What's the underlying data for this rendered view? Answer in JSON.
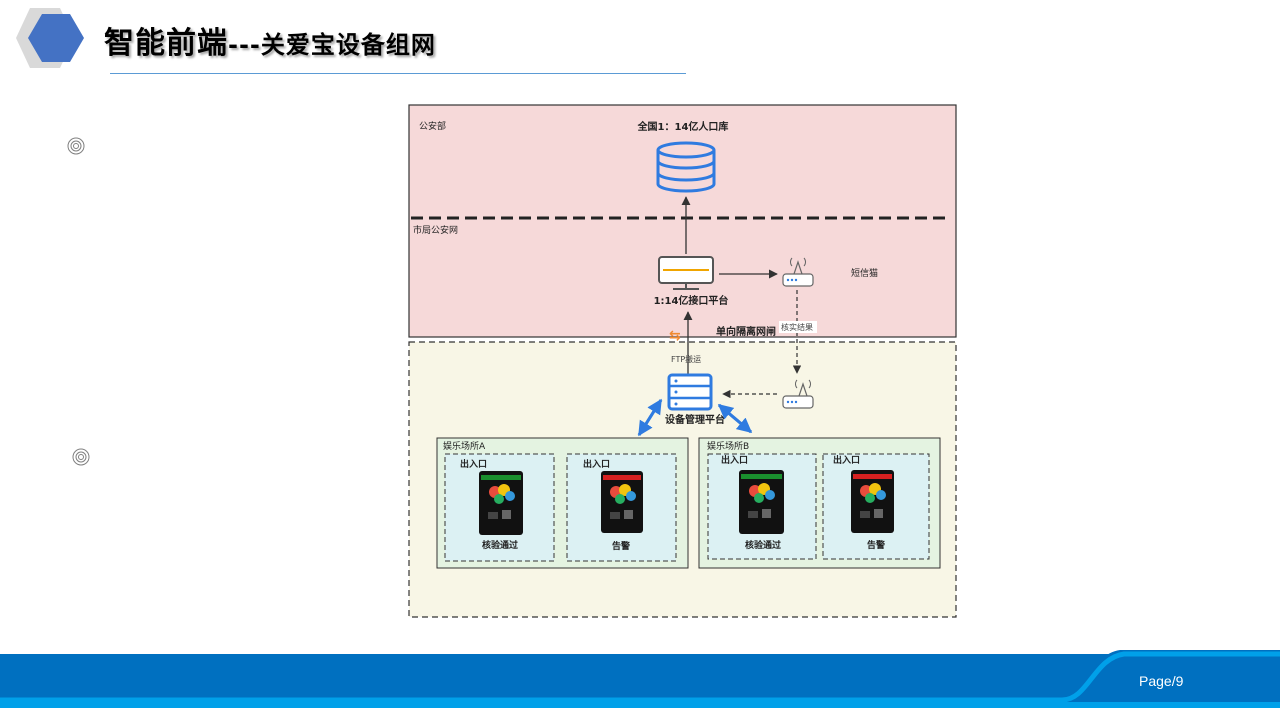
{
  "header": {
    "title_main": "智能前端",
    "title_sub": "---关爱宝设备组网",
    "hex_icon": "hexagon-logo-icon"
  },
  "bullets": [
    "target-circle-icon",
    "target-circle-icon"
  ],
  "diagram": {
    "zone_top_label": "公安部",
    "database_label": "全国1：14亿人口库",
    "city_label": "市局公安网",
    "platform_label": "1:14亿接口平台",
    "sms_label": "短信猫",
    "gateway_label": "单向隔离网闸",
    "verify_result_label": "核实结果",
    "ftp_label": "FTP搬运",
    "device_platform_label": "设备管理平台",
    "venue_a": {
      "title": "娱乐场所A",
      "devices": [
        {
          "entrance": "出入口",
          "status": "核验通过",
          "screen_color": "#1a8f2e"
        },
        {
          "entrance": "出入口",
          "status": "告警",
          "screen_color": "#d62020"
        }
      ]
    },
    "venue_b": {
      "title": "娱乐场所B",
      "devices": [
        {
          "entrance": "出入口",
          "status": "核验通过",
          "screen_color": "#1a8f2e"
        },
        {
          "entrance": "出入口",
          "status": "告警",
          "screen_color": "#d62020"
        }
      ]
    },
    "colors": {
      "top_zone": "#f6d9d9",
      "bottom_zone": "#f8f6e6",
      "venue_fill": "#e4f3e1",
      "device_box": "#dcf1f3",
      "accent_blue": "#2f7be0"
    }
  },
  "footer": {
    "page_label": "Page/9",
    "colors": {
      "bar": "#0070c0",
      "stripe": "#00a0e9"
    }
  }
}
